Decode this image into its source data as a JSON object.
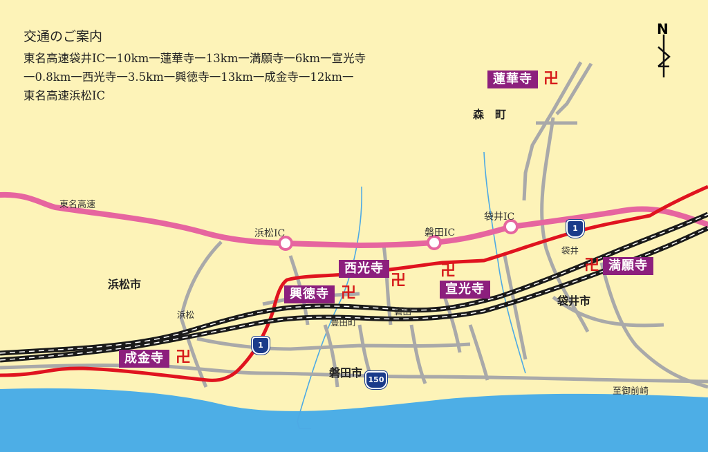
{
  "info": {
    "title": "交通のご案内",
    "lines": [
      "東名高速袋井IC一10km一蓮華寺一13km一満願寺一6km一宣光寺",
      "一0.8km一西光寺一3.5km一興徳寺一13km一成金寺一12km一",
      "東名高速浜松IC"
    ]
  },
  "temples": [
    "蓮華寺",
    "満願寺",
    "西光寺",
    "宣光寺",
    "興徳寺",
    "成金寺"
  ],
  "manji_symbol": "卍",
  "cities": [
    "森　町",
    "浜松市",
    "袋井市",
    "磐田市"
  ],
  "stations": [
    "浜松",
    "磐田",
    "豊田町",
    "袋井"
  ],
  "expressway": {
    "name": "東名高速",
    "interchanges": [
      "浜松IC",
      "磐田IC",
      "袋井IC"
    ]
  },
  "routes": [
    "1",
    "1",
    "150"
  ],
  "direction_label": "至御前崎",
  "compass": "N",
  "colors": {
    "land": "#fdf3b8",
    "sea": "#4daee6",
    "expressway": "#e6659f",
    "national_road": "#e0131f",
    "railway": "#1a1a1a",
    "river": "#4da9e4",
    "local_road": "#a9a9a9",
    "temple_label": "#8c1f7d"
  }
}
